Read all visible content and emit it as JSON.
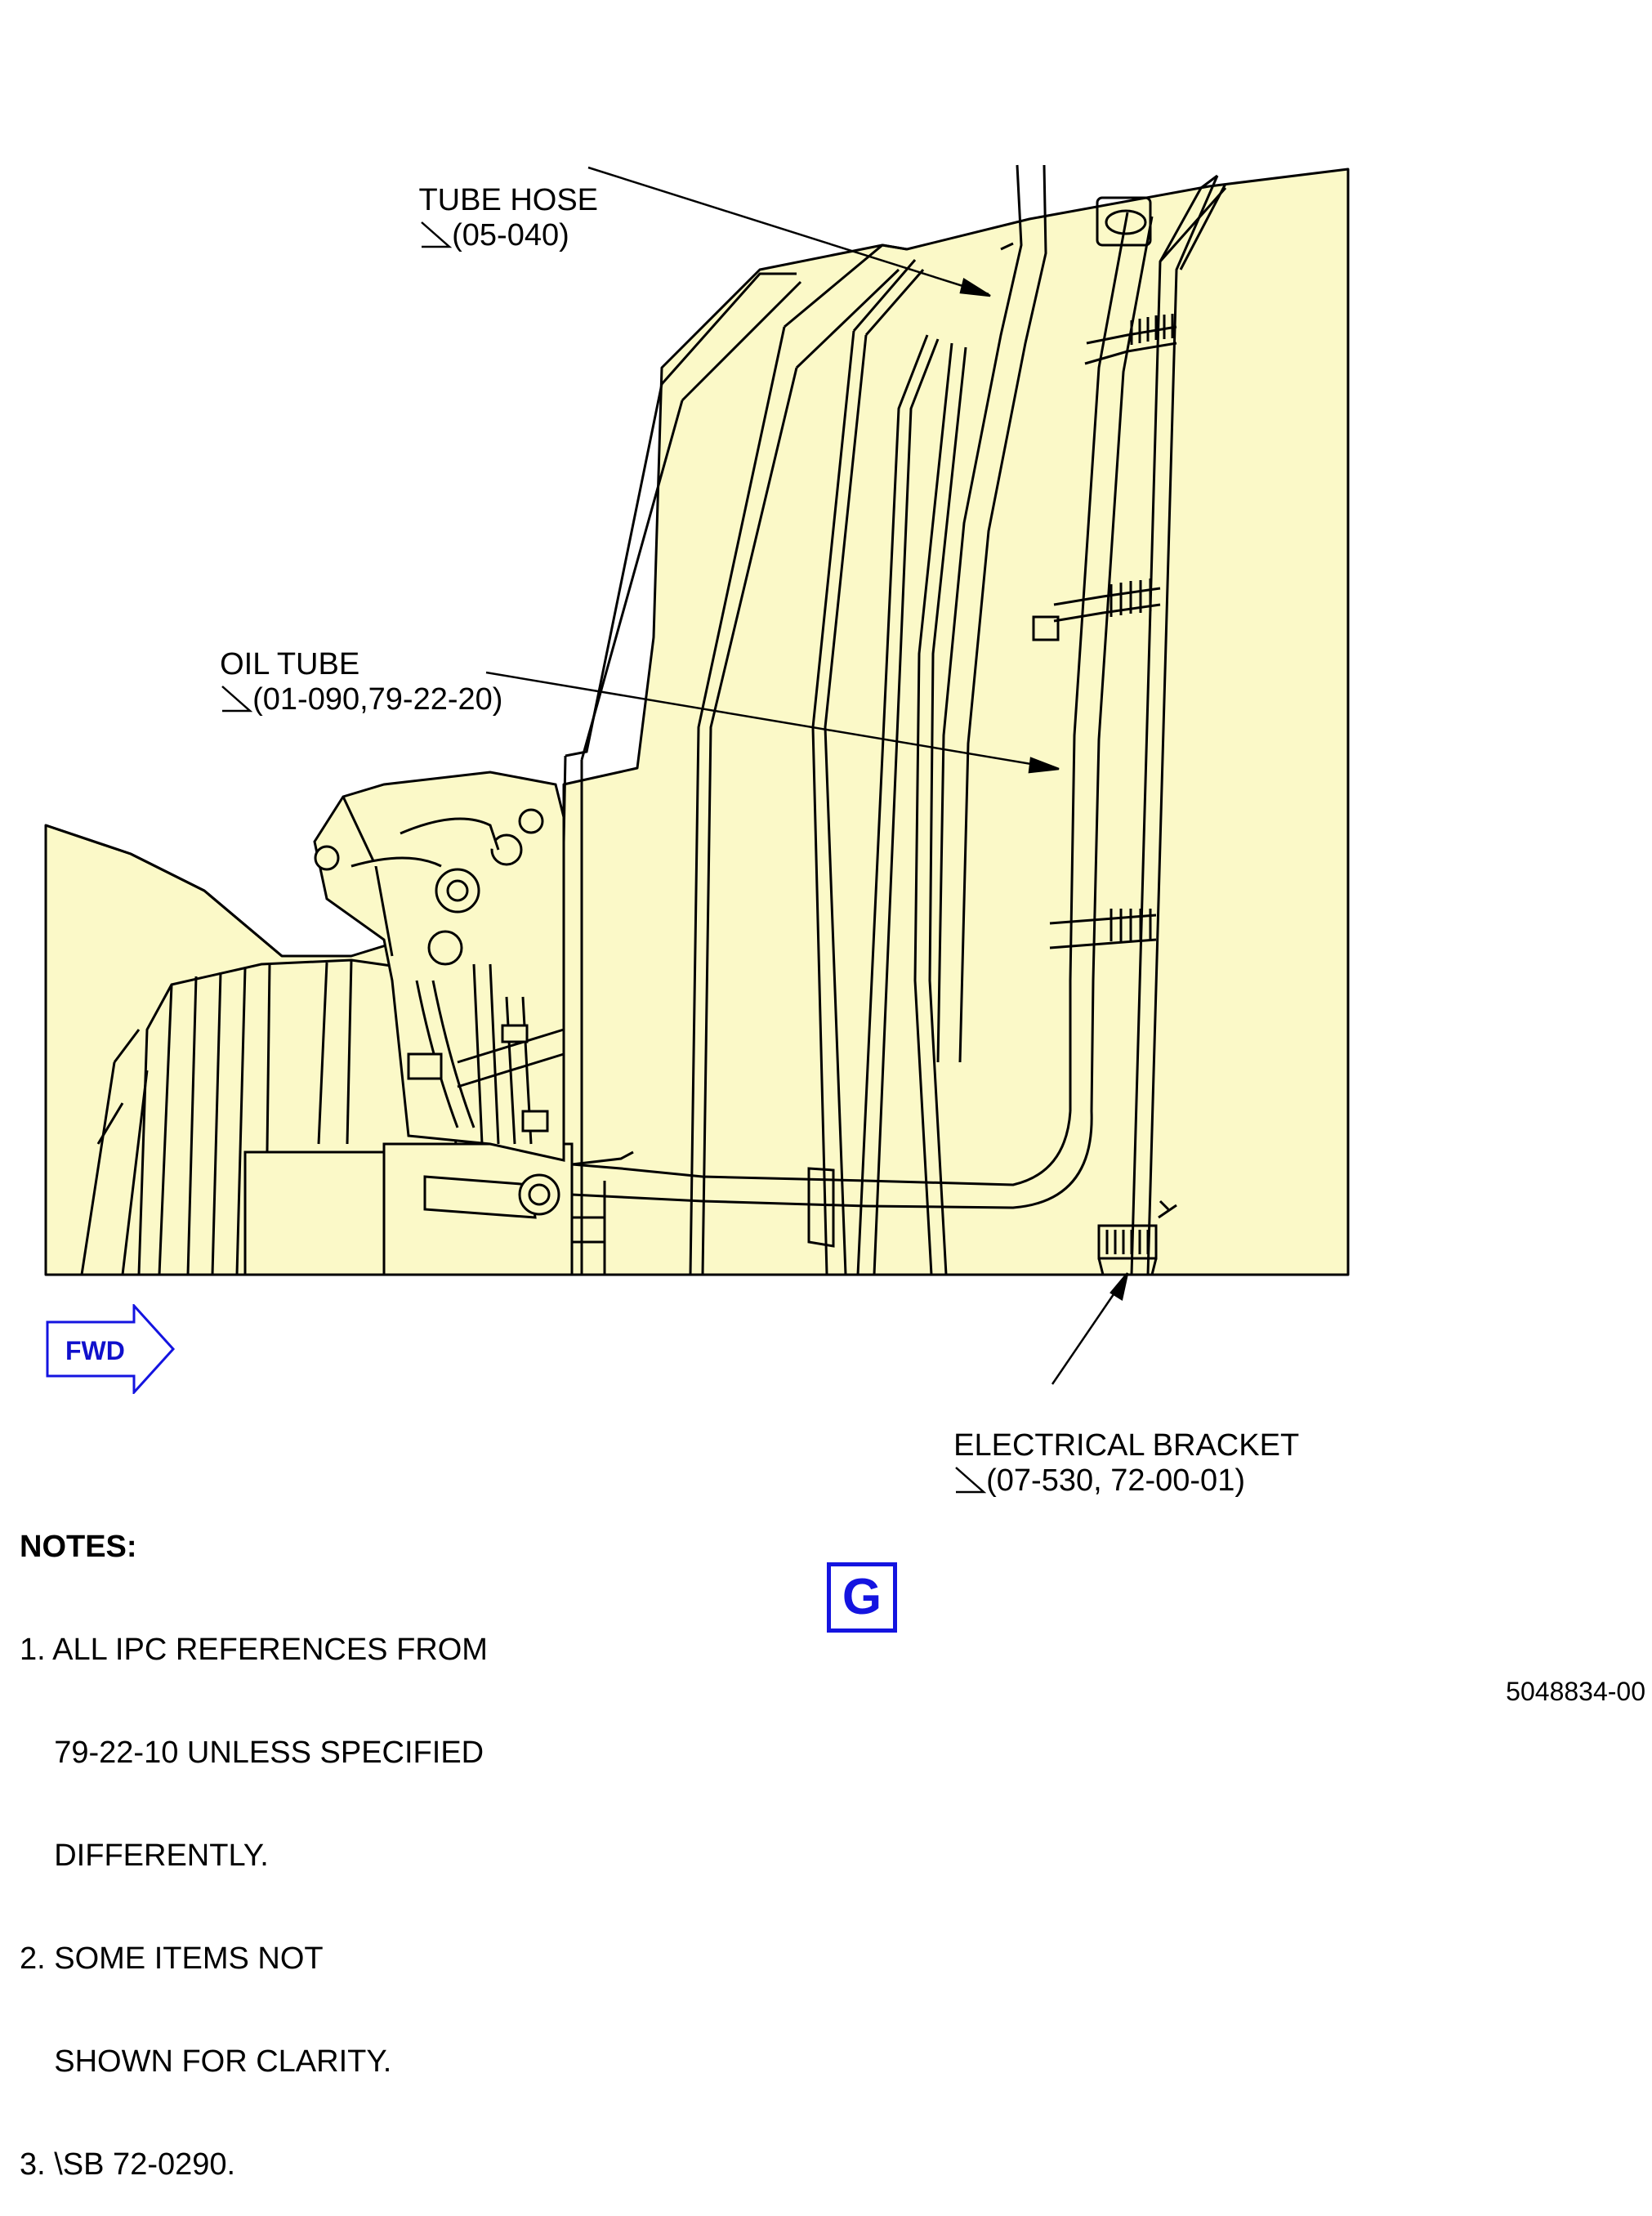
{
  "callouts": {
    "tube_hose": {
      "name": "TUBE HOSE",
      "ref": "(05-040)"
    },
    "oil_tube": {
      "name": "OIL TUBE",
      "ref": "(01-090,79-22-20)"
    },
    "electrical_bracket": {
      "name": "ELECTRICAL BRACKET",
      "ref": "(07-530, 72-00-01)"
    }
  },
  "effectivity_mark": "\\",
  "fwd_label": "FWD",
  "view_label": "G",
  "figure_id": "5048834-00",
  "notes": {
    "heading": "NOTES:",
    "lines": [
      "1. ALL IPC REFERENCES FROM",
      "    79-22-10 UNLESS SPECIFIED",
      "    DIFFERENTLY.",
      "2. SOME ITEMS NOT",
      "    SHOWN FOR CLARITY.",
      "3. \\SB 72-0290."
    ]
  },
  "colors": {
    "panel_fill": "#fbf9c8",
    "line": "#000000",
    "accent_blue": "#1414e0"
  },
  "icons": {
    "fwd_arrow": "right-arrow-outline-icon",
    "effectivity": "effectivity-triangle-icon"
  }
}
